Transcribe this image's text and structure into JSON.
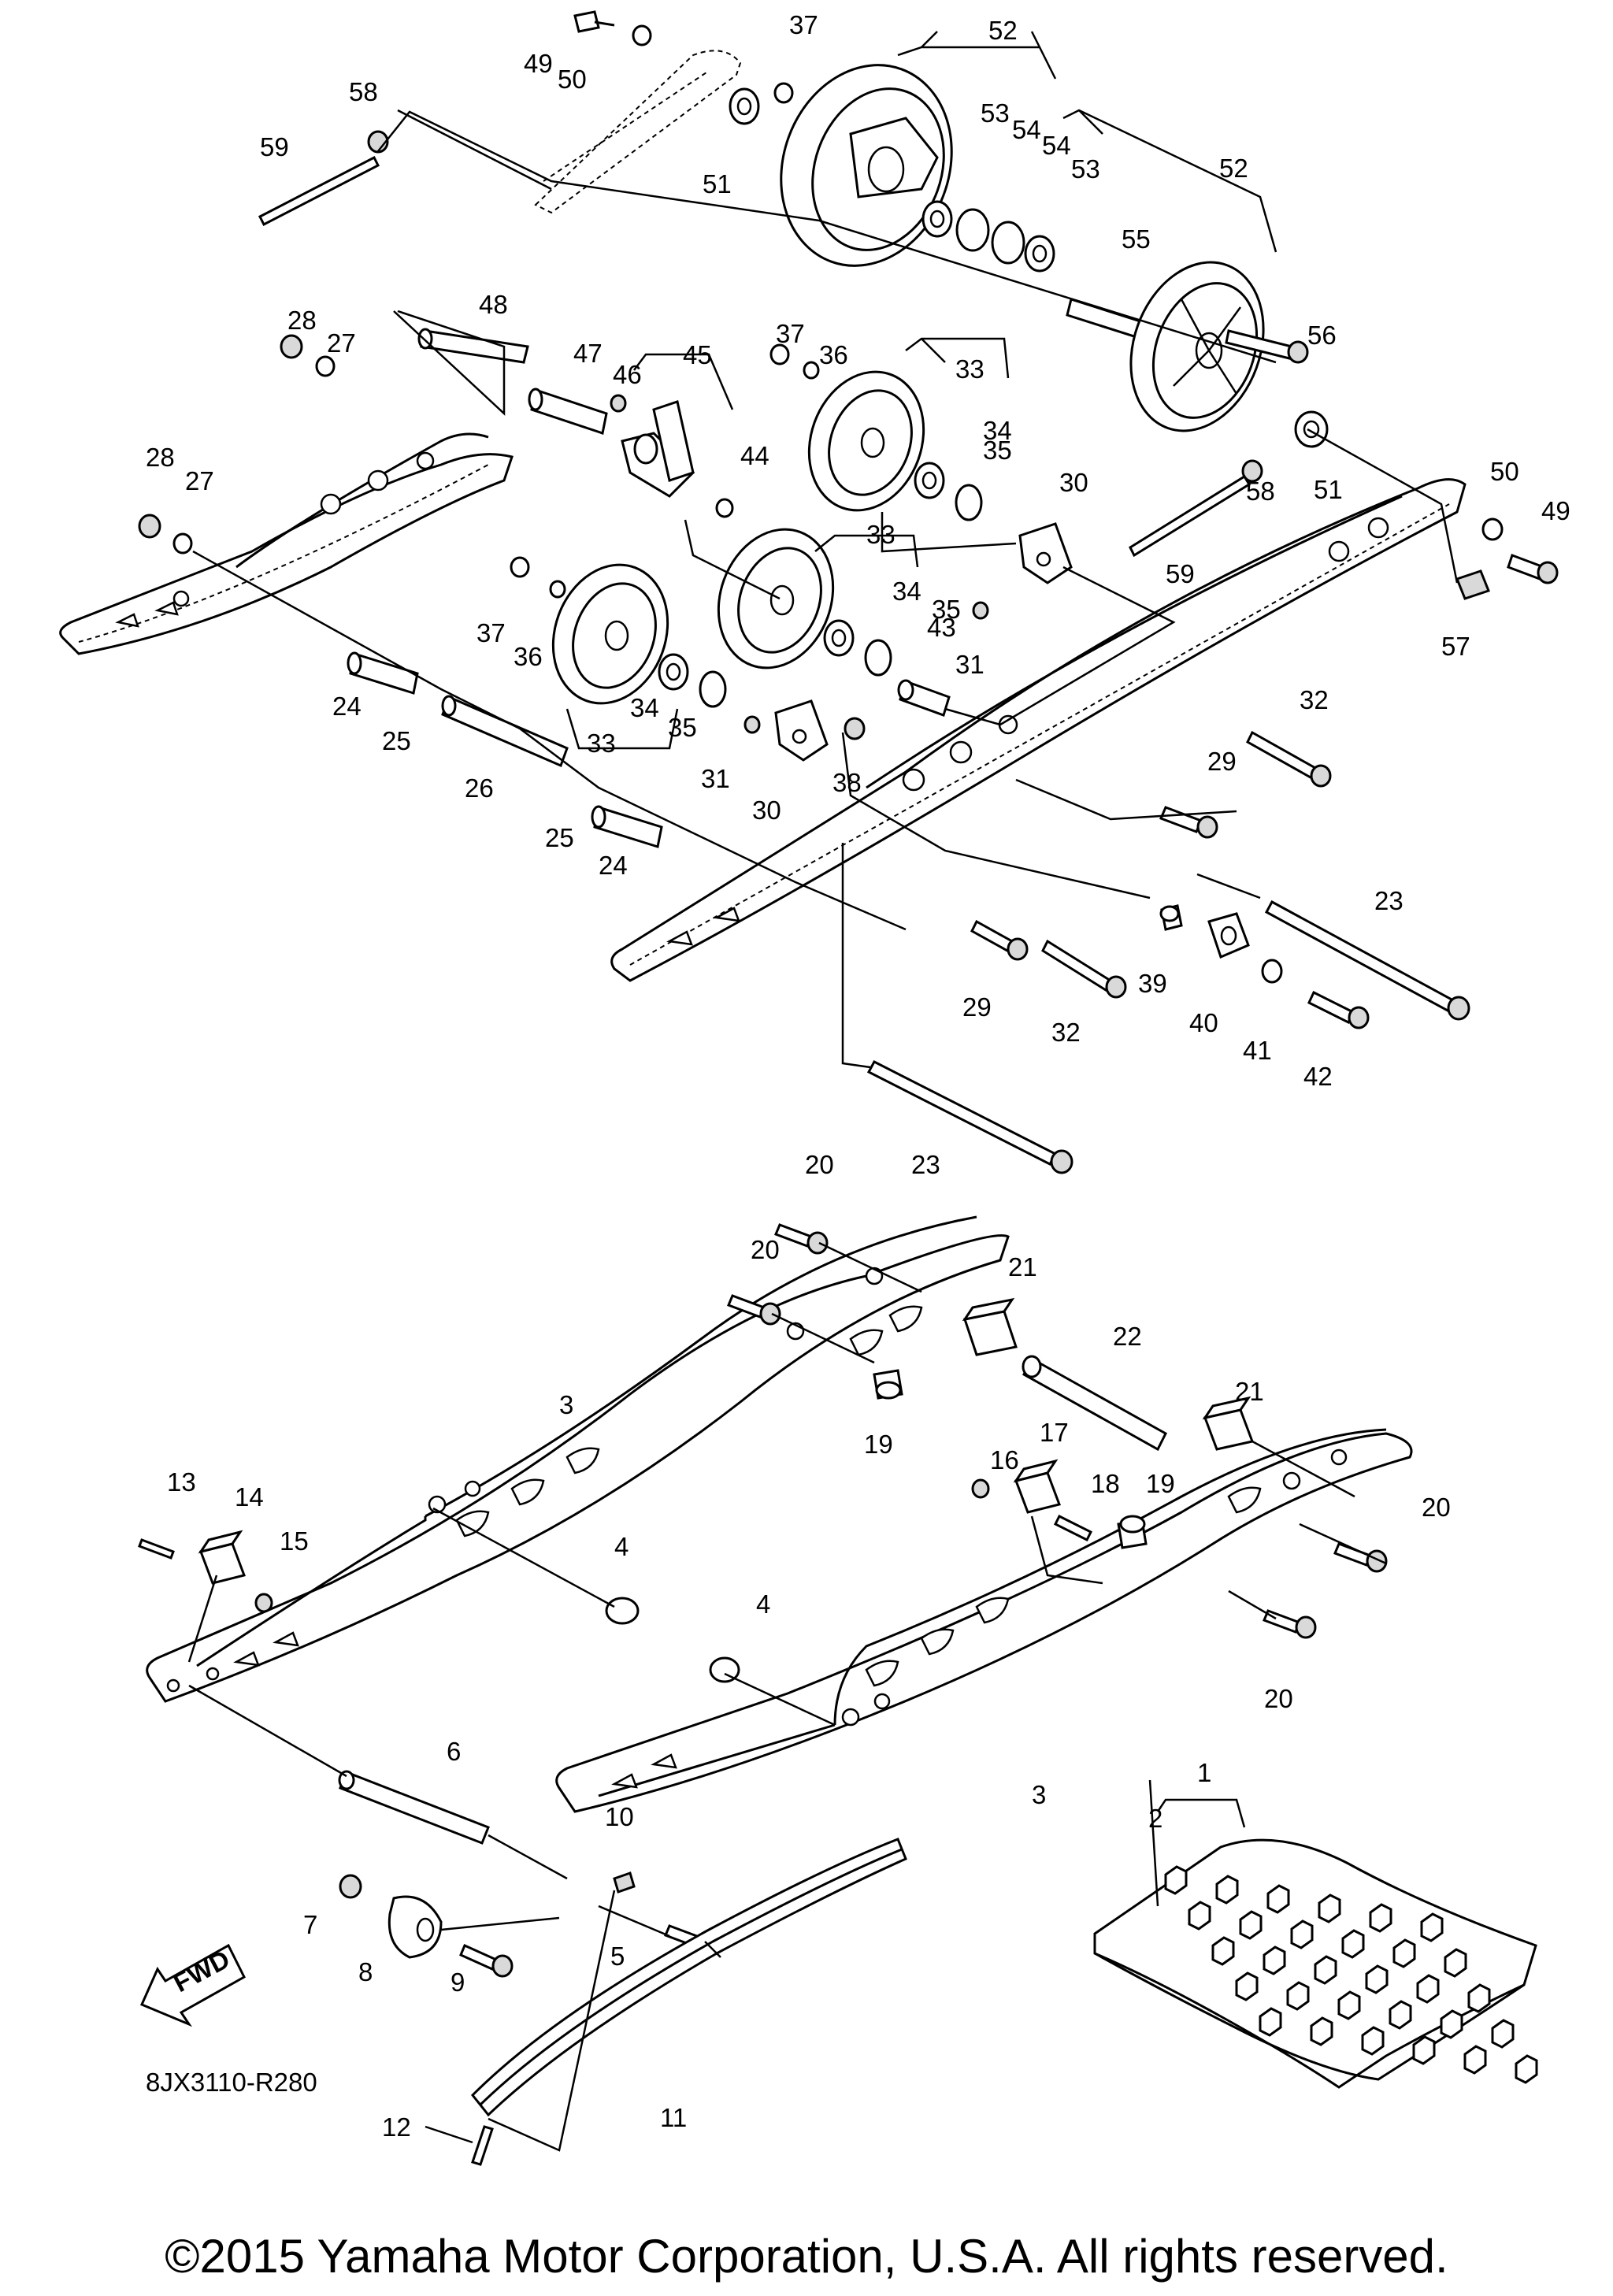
{
  "diagram_code": "8JX3110-R280",
  "fwd_label": "FWD",
  "copyright": "©2015 Yamaha Motor Corporation, U.S.A. All rights reserved.",
  "callouts": [
    {
      "label": "49"
    },
    {
      "label": "50"
    },
    {
      "label": "37"
    },
    {
      "label": "52"
    },
    {
      "label": "58"
    },
    {
      "label": "53"
    },
    {
      "label": "54"
    },
    {
      "label": "54"
    },
    {
      "label": "53"
    },
    {
      "label": "52"
    },
    {
      "label": "59"
    },
    {
      "label": "51"
    },
    {
      "label": "55"
    },
    {
      "label": "48"
    },
    {
      "label": "37"
    },
    {
      "label": "36"
    },
    {
      "label": "33"
    },
    {
      "label": "28"
    },
    {
      "label": "27"
    },
    {
      "label": "47"
    },
    {
      "label": "45"
    },
    {
      "label": "46"
    },
    {
      "label": "56"
    },
    {
      "label": "34"
    },
    {
      "label": "35"
    },
    {
      "label": "51"
    },
    {
      "label": "50"
    },
    {
      "label": "49"
    },
    {
      "label": "28"
    },
    {
      "label": "27"
    },
    {
      "label": "44"
    },
    {
      "label": "30"
    },
    {
      "label": "58"
    },
    {
      "label": "59"
    },
    {
      "label": "33"
    },
    {
      "label": "34"
    },
    {
      "label": "35"
    },
    {
      "label": "57"
    },
    {
      "label": "37"
    },
    {
      "label": "36"
    },
    {
      "label": "43"
    },
    {
      "label": "31"
    },
    {
      "label": "34"
    },
    {
      "label": "35"
    },
    {
      "label": "24"
    },
    {
      "label": "25"
    },
    {
      "label": "33"
    },
    {
      "label": "31"
    },
    {
      "label": "38"
    },
    {
      "label": "32"
    },
    {
      "label": "26"
    },
    {
      "label": "30"
    },
    {
      "label": "29"
    },
    {
      "label": "25"
    },
    {
      "label": "24"
    },
    {
      "label": "23"
    },
    {
      "label": "39"
    },
    {
      "label": "29"
    },
    {
      "label": "40"
    },
    {
      "label": "32"
    },
    {
      "label": "41"
    },
    {
      "label": "42"
    },
    {
      "label": "23"
    },
    {
      "label": "20"
    },
    {
      "label": "20"
    },
    {
      "label": "21"
    },
    {
      "label": "22"
    },
    {
      "label": "3"
    },
    {
      "label": "21"
    },
    {
      "label": "19"
    },
    {
      "label": "16"
    },
    {
      "label": "17"
    },
    {
      "label": "13"
    },
    {
      "label": "14"
    },
    {
      "label": "18"
    },
    {
      "label": "19"
    },
    {
      "label": "20"
    },
    {
      "label": "15"
    },
    {
      "label": "4"
    },
    {
      "label": "4"
    },
    {
      "label": "20"
    },
    {
      "label": "6"
    },
    {
      "label": "3"
    },
    {
      "label": "1"
    },
    {
      "label": "10"
    },
    {
      "label": "2"
    },
    {
      "label": "7"
    },
    {
      "label": "8"
    },
    {
      "label": "9"
    },
    {
      "label": "5"
    },
    {
      "label": "11"
    },
    {
      "label": "12"
    }
  ]
}
